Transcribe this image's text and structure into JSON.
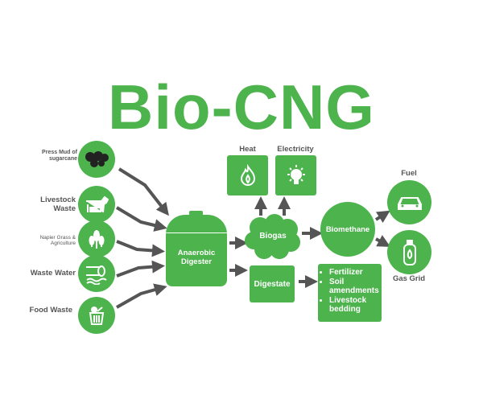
{
  "title": "Bio-CNG",
  "inputs": [
    {
      "label": "Press Mud of sugarcane",
      "icon": "press-mud-icon"
    },
    {
      "label": "Livestock Waste",
      "icon": "cow-icon"
    },
    {
      "label": "Napier Grass & Agriculture",
      "icon": "wheat-icon"
    },
    {
      "label": "Waste Water",
      "icon": "pipe-water-icon"
    },
    {
      "label": "Food Waste",
      "icon": "food-bin-icon"
    }
  ],
  "digester": "Anaerobic Digester",
  "biogas": "Biogas",
  "heat": "Heat",
  "electricity": "Electricity",
  "biomethane": "Biomethane",
  "fuel": "Fuel",
  "gas_grid": "Gas Grid",
  "digestate": "Digestate",
  "digestate_uses": [
    "Fertilizer",
    "Soil amendments",
    "Livestock bedding"
  ],
  "colors": {
    "green": "#4db34d",
    "arrow": "#555555"
  }
}
